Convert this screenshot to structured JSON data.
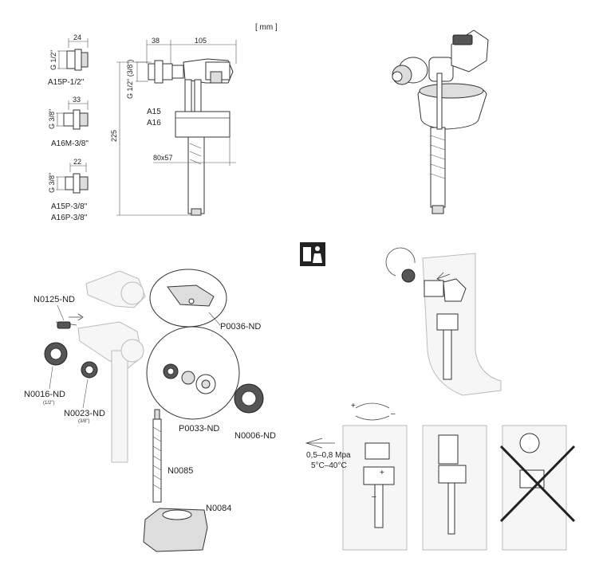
{
  "units_label": "[ mm ]",
  "connectors": [
    {
      "dimension": "24",
      "thread": "G 1/2\"",
      "codes": [
        "A15P-1/2\""
      ]
    },
    {
      "dimension": "33",
      "thread": "G 3/8\"",
      "codes": [
        "A16M-3/8\""
      ]
    },
    {
      "dimension": "22",
      "thread": "G 3/8\"",
      "codes": [
        "A15P-3/8\"",
        "A16P-3/8\""
      ]
    }
  ],
  "main_valve": {
    "dim_top_left": "38",
    "dim_top_right": "105",
    "thread_label": "G 1/2\" (3/8\")",
    "models": [
      "A15",
      "A16"
    ],
    "height": "225",
    "float_size": "80x57"
  },
  "parts": {
    "n0125": "N0125-ND",
    "p0036": "P0036-ND",
    "n0016": "N0016-ND",
    "n0016_note": "(1/2\")",
    "n0023": "N0023-ND",
    "n0023_note": "(3/8\")",
    "p0033": "P0033-ND",
    "n0006": "N0006-ND",
    "n0085": "N0085",
    "n0084": "N0084"
  },
  "pressure": {
    "range": "0,5–0,8 Mpa",
    "temperature": "5°C–40°C"
  },
  "adjust_signs": {
    "plus": "+",
    "minus": "–"
  },
  "icons": [
    "installer-icon",
    "rotate-arrow-icon",
    "push-arrow-icon",
    "cross-out-icon"
  ]
}
